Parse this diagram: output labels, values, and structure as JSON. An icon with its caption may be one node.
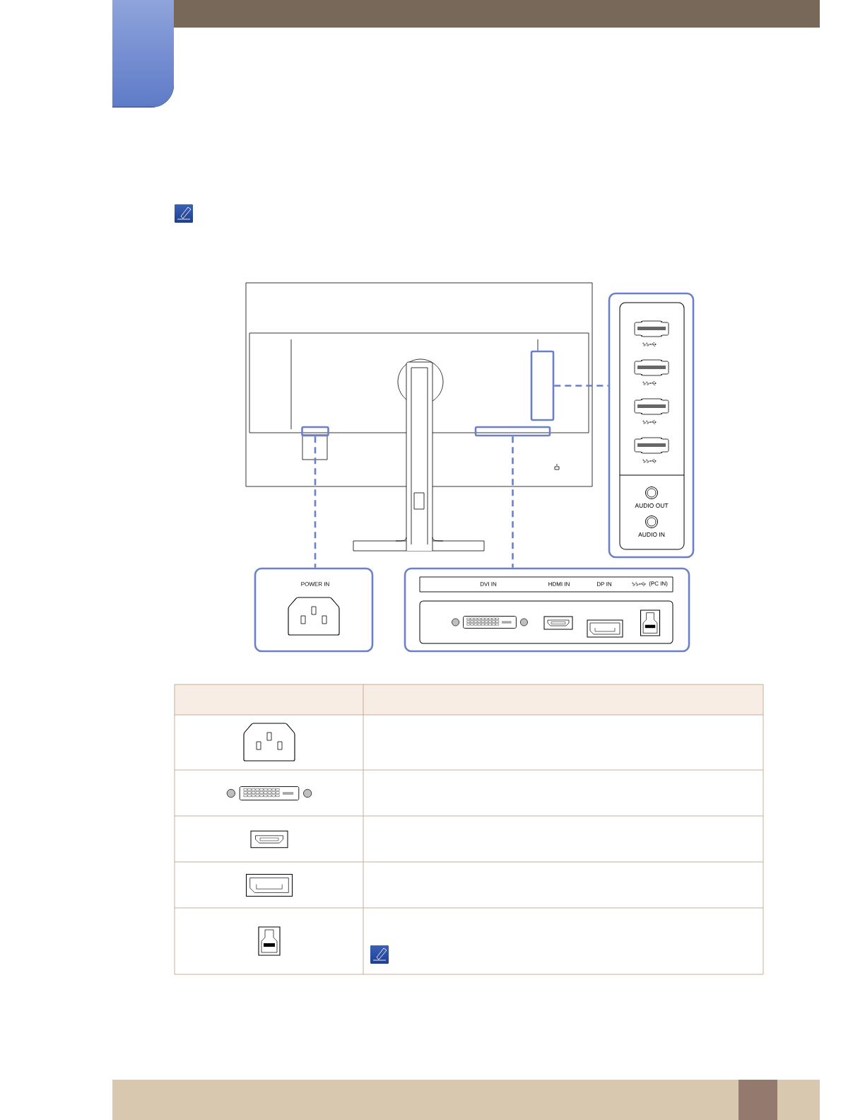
{
  "diagram": {
    "nodes": [
      {
        "text": [],
        "shape": "box"
      },
      {
        "text": [],
        "shape": "box"
      },
      {
        "text": [],
        "shape": "box"
      },
      {
        "text": [
          "AUDIO OUT",
          "AUDIO IN"
        ]
      },
      {
        "text": [
          "POWER IN"
        ]
      },
      {
        "text": [
          "DVI IN",
          "HDMI IN",
          "DP IN",
          "(PC IN)"
        ]
      }
    ],
    "edges": [
      {
        "from": 0,
        "to": 3,
        "arrow": "none",
        "style": "dashed"
      },
      {
        "from": 1,
        "to": 4,
        "arrow": "none",
        "style": "dashed"
      },
      {
        "from": 2,
        "to": 5,
        "arrow": "none",
        "style": "dashed"
      }
    ]
  }
}
